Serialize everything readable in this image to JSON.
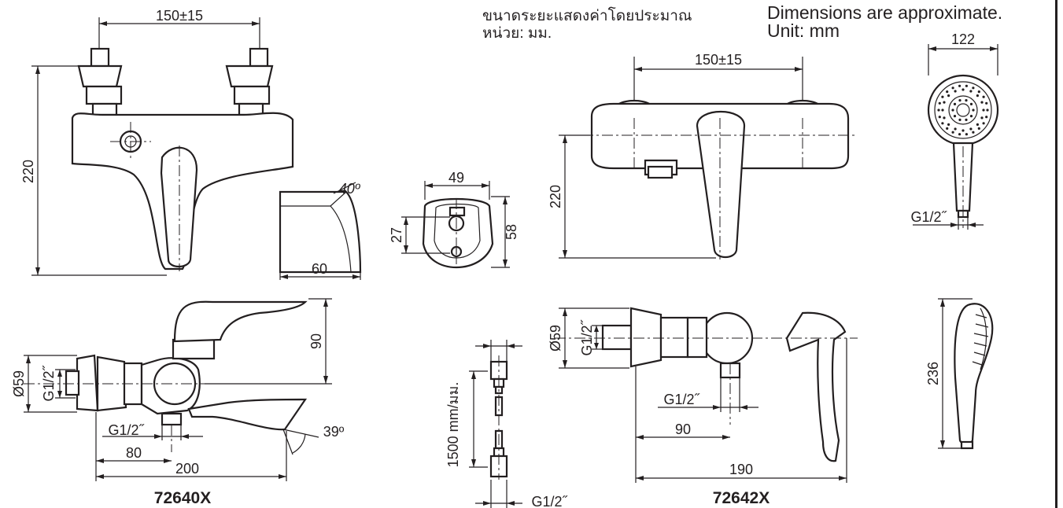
{
  "header": {
    "note_thai_line1": "ขนาดระยะแสดงค่าโดยประมาณ",
    "note_thai_line2": "หน่วย: มม.",
    "note_en_line1": "Dimensions are approximate.",
    "note_en_line2": "Unit: mm"
  },
  "model_72640x": {
    "model": "72640X",
    "width_between_inlets": "150±15",
    "height": "220",
    "projection_height": "90",
    "body_diameter": "Ø59",
    "inlet_thread": "G1/2˝",
    "outlet_thread": "G1/2˝",
    "outlet_distance": "80",
    "total_length": "200",
    "spout_angle": "39º"
  },
  "holder": {
    "angle": "40º",
    "depth": "60",
    "width": "49",
    "hole_height": "27",
    "height": "58"
  },
  "hose": {
    "length": "1500 mm/มม.",
    "thread": "G1/2˝"
  },
  "model_72642x": {
    "model": "72642X",
    "width_between_inlets": "150±15",
    "height": "220",
    "body_diameter": "Ø59",
    "inlet_thread": "G1/2˝",
    "outlet_thread": "G1/2˝",
    "outlet_distance": "90",
    "total_length": "190"
  },
  "hand_shower": {
    "head_diameter": "122",
    "thread": "G1/2˝",
    "length": "236"
  }
}
